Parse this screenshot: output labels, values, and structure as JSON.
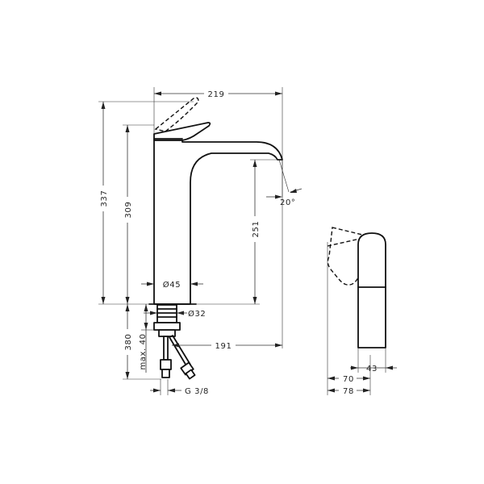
{
  "dimensions": {
    "overall_width": "219",
    "overall_height": "337",
    "body_height": "309",
    "spout_height": "251",
    "spout_angle": "20°",
    "body_diameter": "Ø45",
    "thread_diameter": "Ø32",
    "spout_reach": "191",
    "hose_length": "380",
    "max_depth": "max. 40",
    "connection": "G 3/8",
    "side_depth": "70",
    "side_total_depth": "78",
    "handle_width": "43"
  }
}
